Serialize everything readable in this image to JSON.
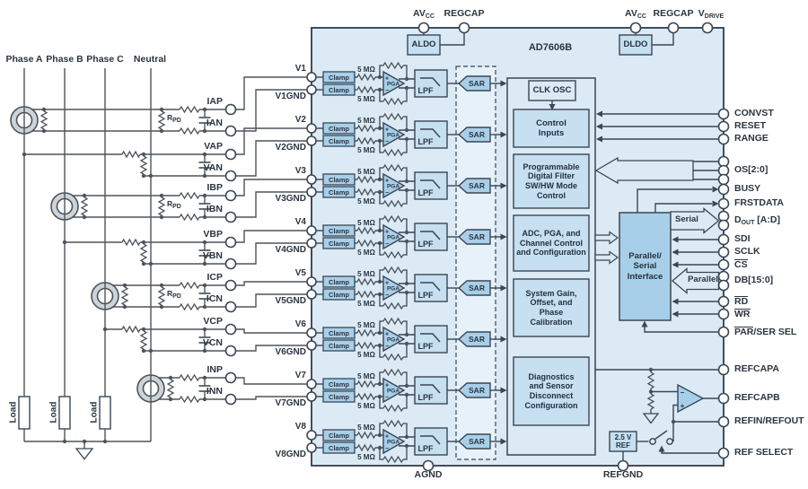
{
  "device": "AD7606B",
  "power": {
    "avcc_pre": "AV",
    "avcc_sub": "CC",
    "regcap": "REGCAP",
    "vdrive_pre": "V",
    "vdrive_sub": "DRIVE",
    "aldo": "ALDO",
    "dldo": "DLDO",
    "ref": "2.5 V REF"
  },
  "grid": {
    "phases": [
      "Phase A",
      "Phase B",
      "Phase C",
      "Neutral"
    ],
    "load": "Load",
    "rpd_pre": "R",
    "rpd_sub": "PD",
    "inputs": [
      {
        "p": "IAP",
        "n": "IAN"
      },
      {
        "p": "VAP",
        "n": "VAN"
      },
      {
        "p": "IBP",
        "n": "IBN"
      },
      {
        "p": "VBP",
        "n": "VBN"
      },
      {
        "p": "ICP",
        "n": "ICN"
      },
      {
        "p": "VCP",
        "n": "VCN"
      },
      {
        "p": "INP",
        "n": "INN"
      }
    ]
  },
  "channels": {
    "inputs": [
      "V1",
      "V2",
      "V3",
      "V4",
      "V5",
      "V6",
      "V7",
      "V8"
    ],
    "gnds": [
      "V1GND",
      "V2GND",
      "V3GND",
      "V4GND",
      "V5GND",
      "V6GND",
      "V7GND",
      "V8GND"
    ],
    "clamp": "Clamp",
    "series_res": "5 MΩ",
    "pga": "PGA",
    "pga_plus": "+",
    "pga_minus": "−",
    "lpf": "LPF",
    "sar": "SAR"
  },
  "blocks": {
    "clk_osc": "CLK OSC",
    "control_inputs": "Control Inputs",
    "digital_filter": "Programmable Digital Filter SW/HW Mode Control",
    "adc_control": "ADC, PGA, and Channel Control and Configuration",
    "calibration": "System Gain, Offset, and Phase Calibration",
    "diagnostics": "Diagnostics and Sensor Disconnect Configuration",
    "interface": "Parallel/ Serial Interface"
  },
  "buses": {
    "serial": "Serial",
    "parallel": "Parallel"
  },
  "right_pins": {
    "convst": "CONVST",
    "reset": "RESET",
    "range": "RANGE",
    "os": "OS[2:0]",
    "busy": "BUSY",
    "frstdata": "FRSTDATA",
    "dout_pre": "D",
    "dout_sub": "OUT",
    "dout_post": " [A:D]",
    "sdi": "SDI",
    "sclk": "SCLK",
    "cs": "CS",
    "db": "DB[15:0]",
    "rd": "RD",
    "wr": "WR",
    "parser_par": "PAR",
    "parser_rest": "/SER SEL",
    "refcapa": "REFCAPA",
    "refcapb": "REFCAPB",
    "refin_refout": "REFIN/REFOUT",
    "ref_select": "REF SELECT"
  },
  "bottom_pins": {
    "agnd": "AGND",
    "refgnd": "REFGND"
  },
  "colors": {
    "chip_bg": "#dbeaf5",
    "dashed_bg": "#e6f1fa",
    "block_fill": "#c6dff1",
    "accent_fill": "#a8cfe9",
    "outline": "#3a4653",
    "wire": "#4d545a",
    "text": "#2b3540",
    "ring_fill": "#ccd4da"
  }
}
